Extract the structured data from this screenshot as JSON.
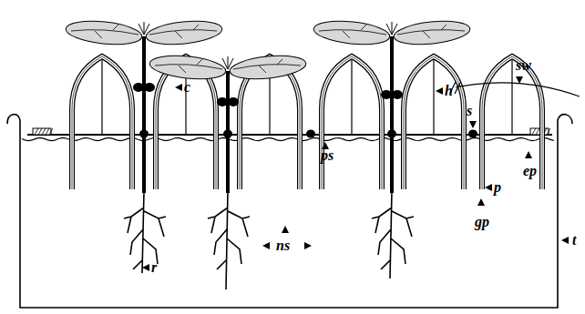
{
  "diagram": {
    "labels": [
      "c",
      "h",
      "sw",
      "s",
      "ps",
      "ep",
      "p",
      "gp",
      "t",
      "r",
      "ns"
    ]
  }
}
